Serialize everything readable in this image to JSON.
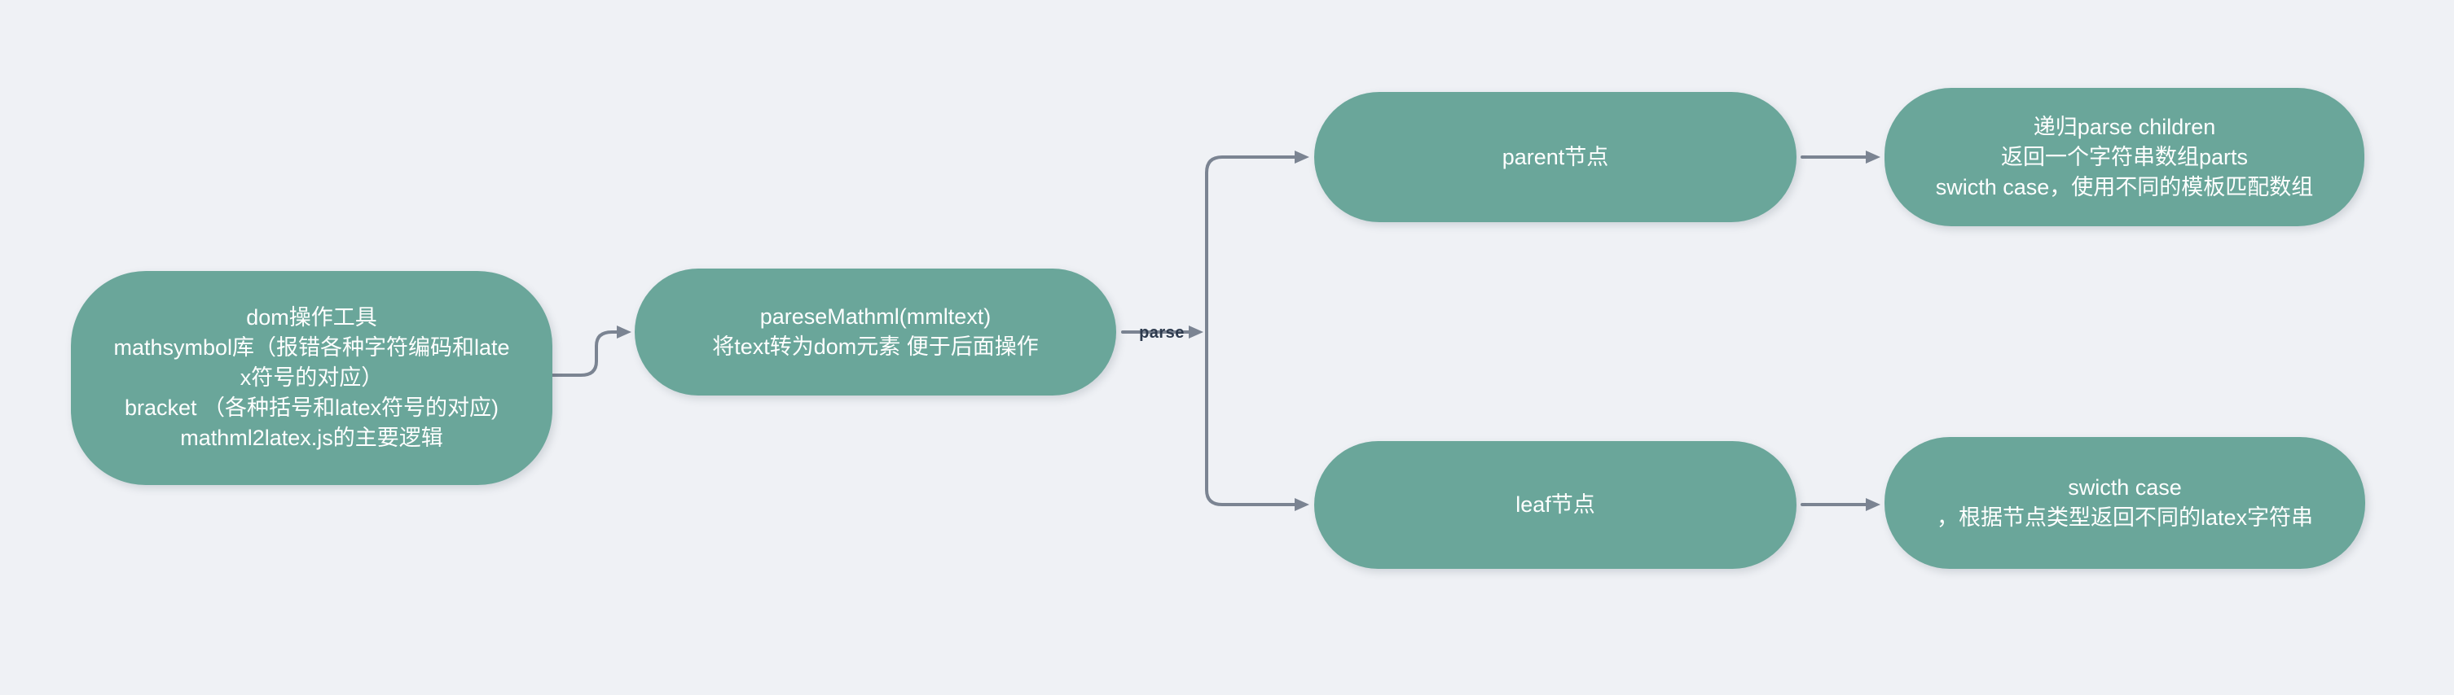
{
  "colors": {
    "background": "#eff1f5",
    "node_fill": "#6aa69a",
    "node_text": "#ffffff",
    "connector": "#7b8492",
    "edge_label_text": "#2e3b4e"
  },
  "nodes": {
    "root": {
      "text": "dom操作工具\nmathsymbol库（报错各种字符编码和late\nx符号的对应）\nbracket （各种括号和latex符号的对应)\nmathml2latex.js的主要逻辑"
    },
    "parse_fn": {
      "text": "pareseMathml(mmltext)\n将text转为dom元素 便于后面操作"
    },
    "parent_node": {
      "text": "parent节点"
    },
    "leaf_node": {
      "text": "leaf节点"
    },
    "parent_detail": {
      "text": "递归parse children\n返回一个字符串数组parts\nswicth case，使用不同的模板匹配数组"
    },
    "leaf_detail": {
      "text": "swicth case\n，根据节点类型返回不同的latex字符串"
    }
  },
  "edges": {
    "parse_label": "parse"
  }
}
